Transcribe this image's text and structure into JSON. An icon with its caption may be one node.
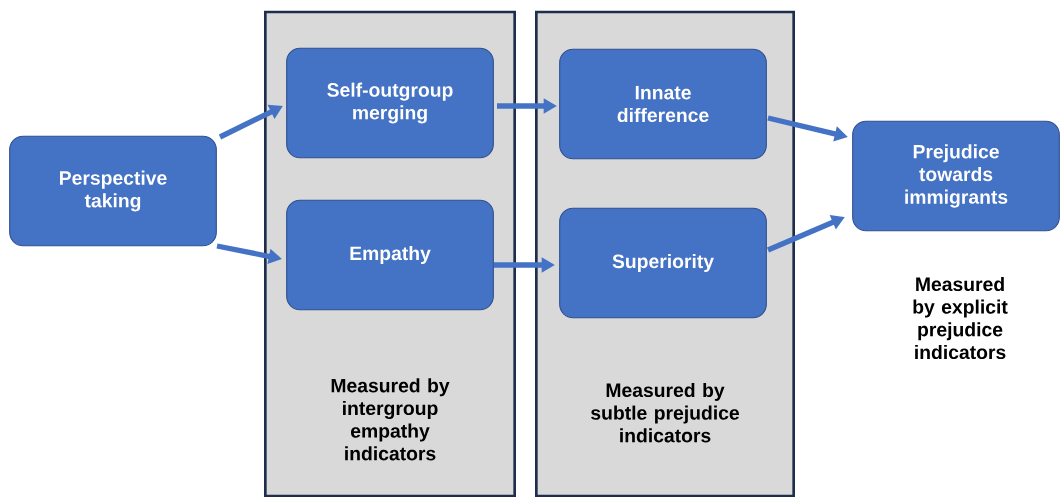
{
  "diagram": {
    "nodes": [
      {
        "text": [
          "Perspective taking"
        ]
      },
      {
        "text": [
          "Measured by intergroup empathy indicators"
        ]
      },
      {
        "text": [
          "Self-outgroup merging"
        ],
        "in": 1
      },
      {
        "text": [
          "Empathy"
        ],
        "in": 1
      },
      {
        "text": [
          "Measured by subtle prejudice indicators"
        ]
      },
      {
        "text": [
          "Innate difference"
        ],
        "in": 4
      },
      {
        "text": [
          "Superiority"
        ],
        "in": 4
      },
      {
        "text": [
          "Prejudice towards immigrants"
        ],
        "beside": [
          "Measured by explicit prejudice indicators"
        ]
      }
    ],
    "edges": [
      {
        "from": 0,
        "to": 2,
        "arrow": "to"
      },
      {
        "from": 0,
        "to": 3,
        "arrow": "to"
      },
      {
        "from": 2,
        "to": 5,
        "arrow": "to"
      },
      {
        "from": 3,
        "to": 6,
        "arrow": "to"
      },
      {
        "from": 5,
        "to": 7,
        "arrow": "to"
      },
      {
        "from": 6,
        "to": 7,
        "arrow": "to"
      }
    ]
  }
}
